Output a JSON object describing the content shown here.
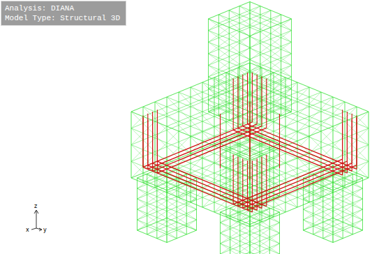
{
  "diagram": {
    "nodes": [
      {
        "text": [
          "Analysis: DIANA",
          "Model Type: Structural 3D"
        ]
      }
    ],
    "labels": [
      "z",
      "x",
      "y"
    ]
  }
}
